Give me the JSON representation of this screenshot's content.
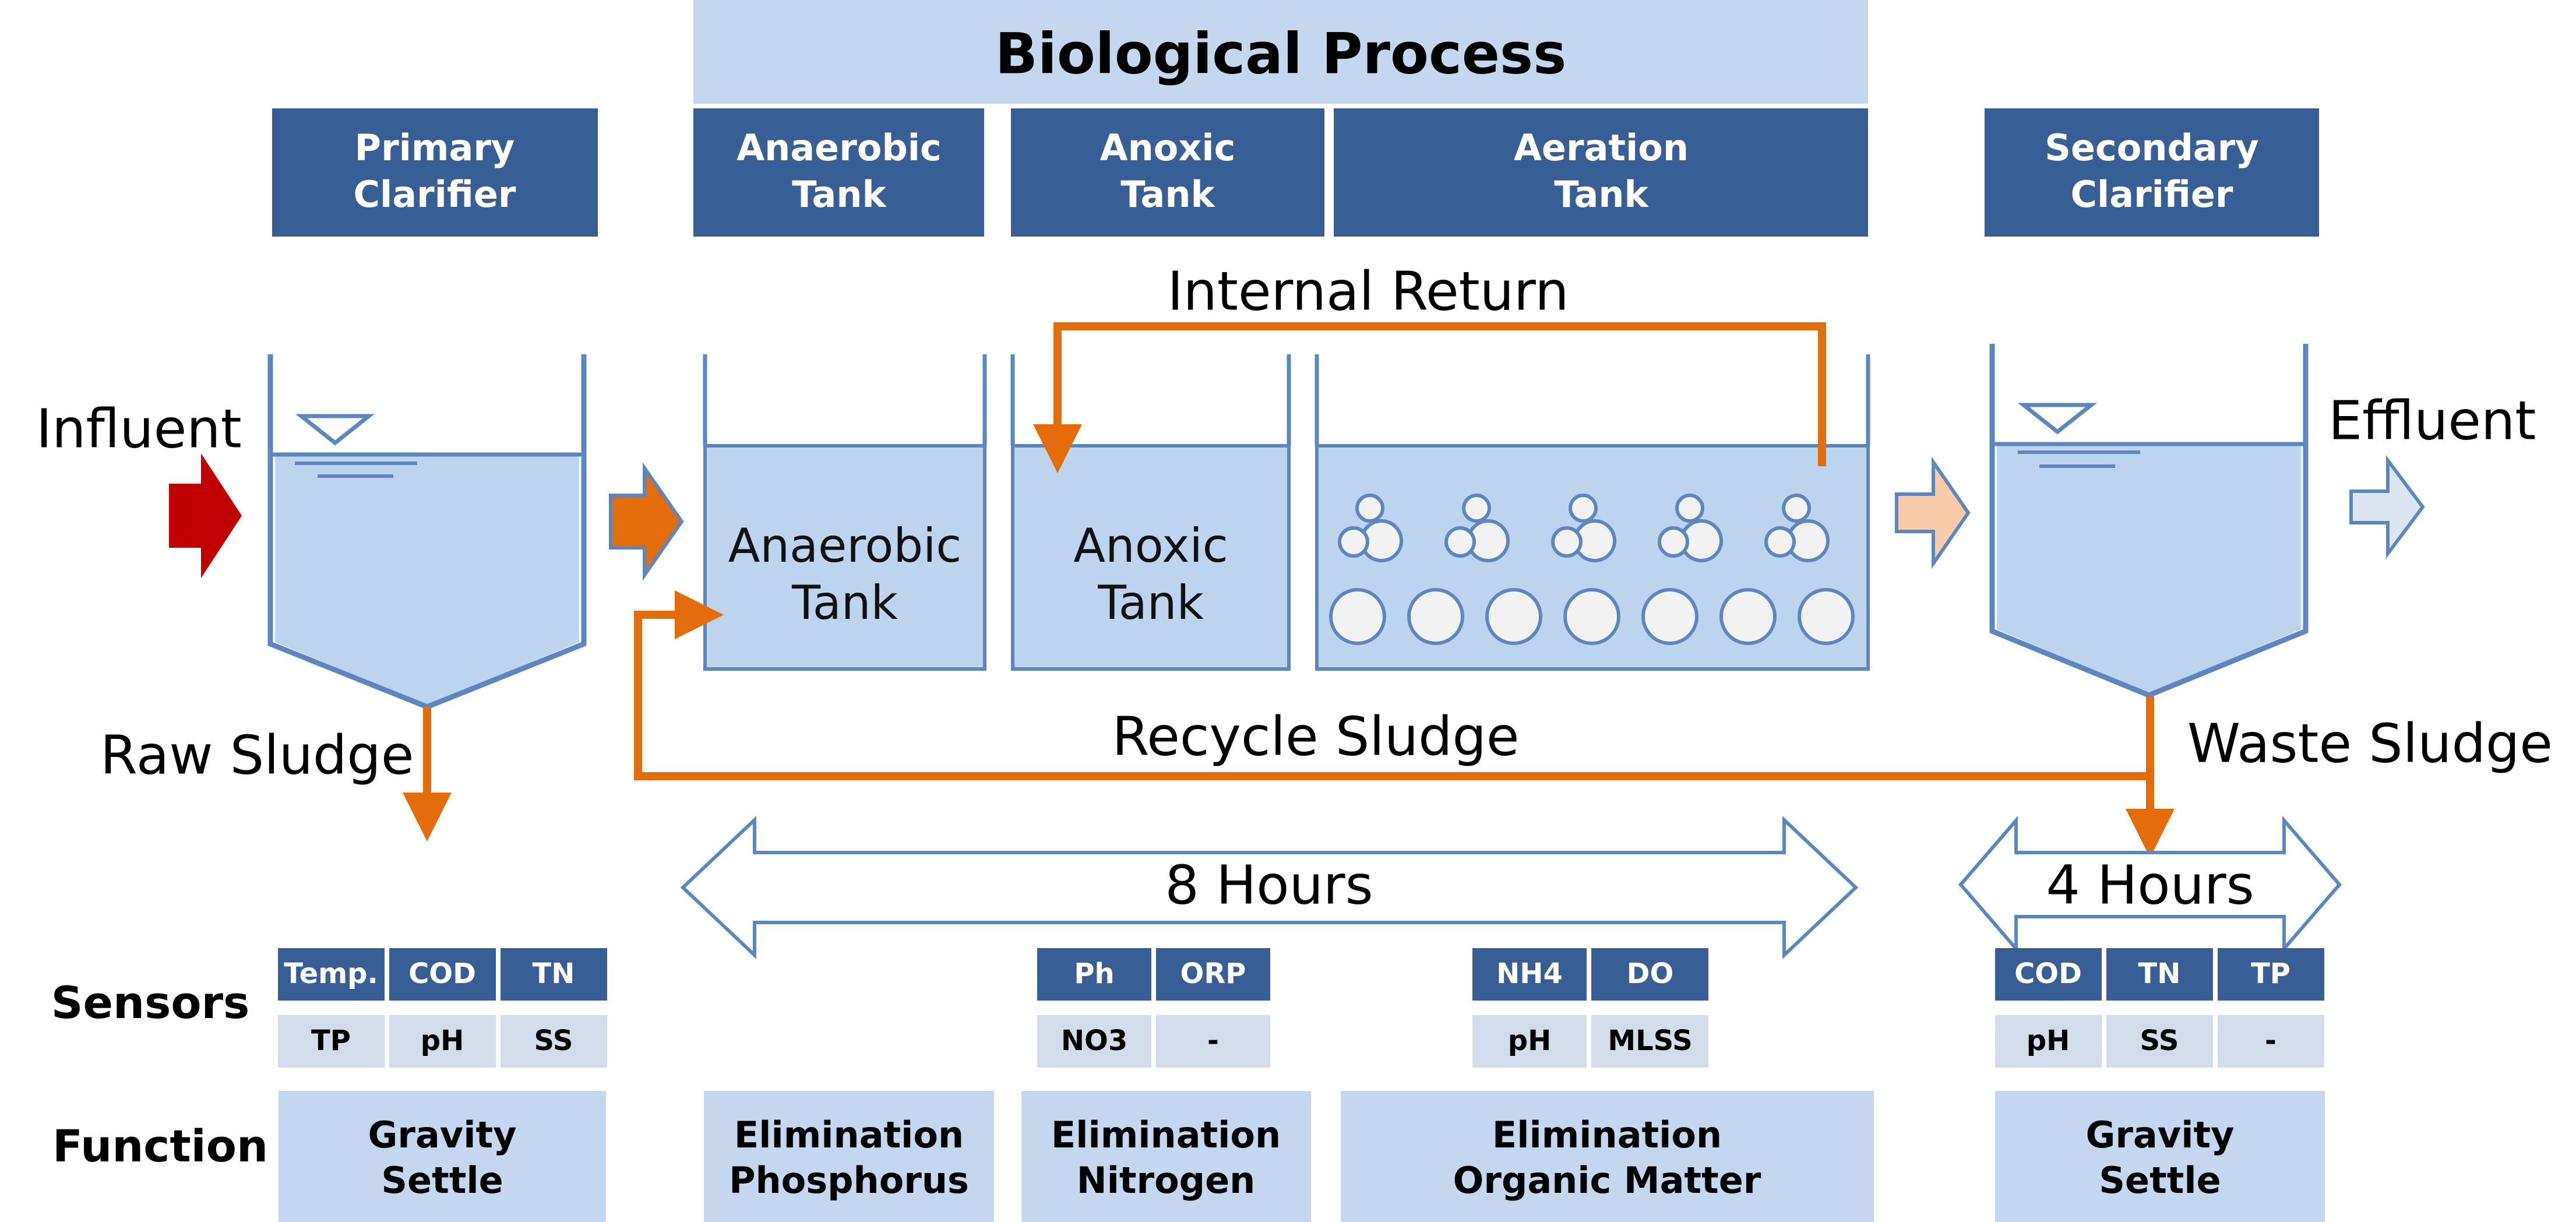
{
  "title": "Biological Process",
  "headers": {
    "primary": [
      "Primary",
      "Clarifier"
    ],
    "anaerobic": [
      "Anaerobic",
      "Tank"
    ],
    "anoxic": [
      "Anoxic",
      "Tank"
    ],
    "aeration": [
      "Aeration",
      "Tank"
    ],
    "secondary": [
      "Secondary",
      "Clarifier"
    ]
  },
  "tanks": {
    "anaerobic": [
      "Anaerobic",
      "Tank"
    ],
    "anoxic": [
      "Anoxic",
      "Tank"
    ]
  },
  "labels": {
    "influent": "Influent",
    "effluent": "Effluent",
    "internal_return": "Internal Return",
    "raw_sludge": "Raw Sludge",
    "recycle_sludge": "Recycle Sludge",
    "waste_sludge": "Waste Sludge",
    "hours_bio": "8 Hours",
    "hours_secondary": "4 Hours",
    "sensors": "Sensors",
    "function": "Function"
  },
  "sensors": {
    "primary": {
      "top": [
        "Temp.",
        "COD",
        "TN"
      ],
      "bottom": [
        "TP",
        "pH",
        "SS"
      ]
    },
    "anoxic": {
      "top": [
        "Ph",
        "ORP"
      ],
      "bottom": [
        "NO3",
        "-"
      ]
    },
    "aeration": {
      "top": [
        "NH4",
        "DO"
      ],
      "bottom": [
        "pH",
        "MLSS"
      ]
    },
    "secondary": {
      "top": [
        "COD",
        "TN",
        "TP"
      ],
      "bottom": [
        "pH",
        "SS",
        "-"
      ]
    }
  },
  "functions": {
    "primary": [
      "Gravity",
      "Settle"
    ],
    "anaerobic": [
      "Elimination",
      "Phosphorus"
    ],
    "anoxic": [
      "Elimination",
      "Nitrogen"
    ],
    "aeration": [
      "Elimination",
      "Organic Matter"
    ],
    "secondary": [
      "Gravity",
      "Settle"
    ]
  },
  "colors": {
    "header_dark": "#375F95",
    "header_light": "#C5D7EF",
    "tank_fill": "#BDD4EE",
    "tank_stroke": "#5B86C0",
    "orange": "#E46C0A",
    "red": "#C00000",
    "peach": "#F9CBA8",
    "cell_light": "#D3DCEB"
  }
}
